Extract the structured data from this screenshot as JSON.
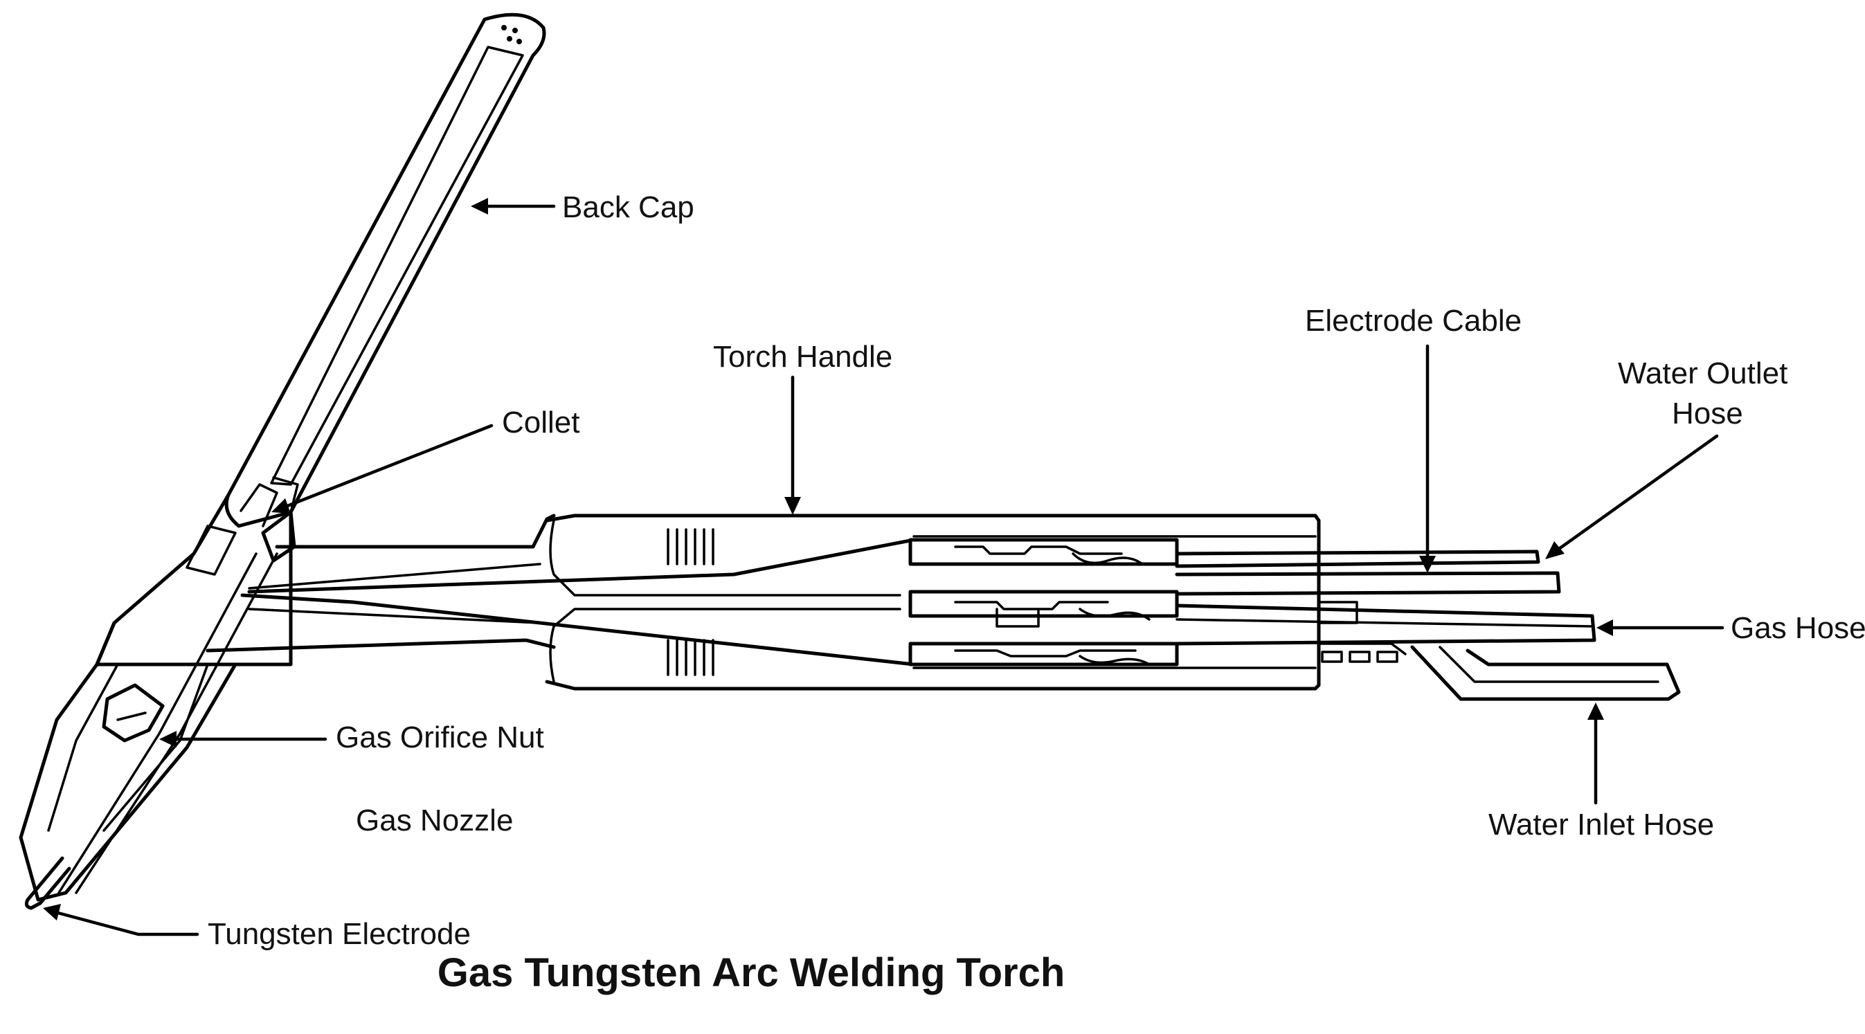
{
  "title": "Gas Tungsten Arc Welding Torch",
  "labels": {
    "back_cap": "Back Cap",
    "torch_handle": "Torch Handle",
    "electrode_cable": "Electrode Cable",
    "water_outlet_hose_line1": "Water Outlet",
    "water_outlet_hose_line2": "Hose",
    "collet": "Collet",
    "gas_hose": "Gas Hose",
    "gas_orifice_nut": "Gas Orifice Nut",
    "gas_nozzle": "Gas Nozzle",
    "water_inlet_hose": "Water Inlet Hose",
    "tungsten_electrode": "Tungsten Electrode"
  },
  "colors": {
    "line": "#000000",
    "background": "#ffffff"
  }
}
